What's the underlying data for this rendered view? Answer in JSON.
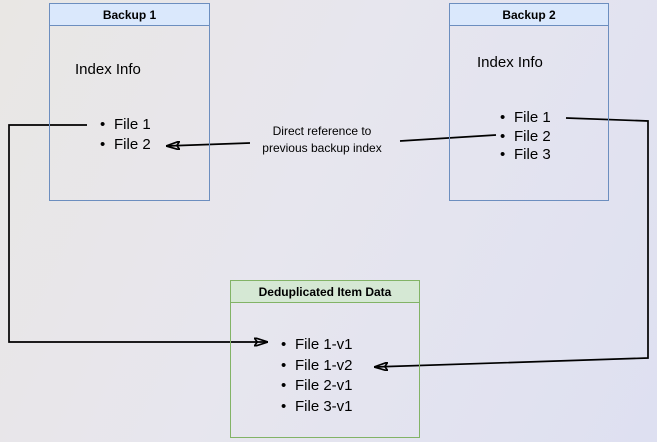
{
  "diagram": {
    "backup1": {
      "title": "Backup 1",
      "section_label": "Index Info",
      "files": [
        "File 1",
        "File 2"
      ]
    },
    "backup2": {
      "title": "Backup 2",
      "section_label": "Index Info",
      "files": [
        "File 1",
        "File 2",
        "File 3"
      ]
    },
    "dedup": {
      "title": "Deduplicated Item Data",
      "items": [
        "File 1-v1",
        "File 1-v2",
        "File 2-v1",
        "File 3-v1"
      ]
    },
    "annotation": {
      "line1": "Direct reference to",
      "line2": "previous backup index"
    },
    "connections": [
      "backup1-file1-to-dedup-file1v1",
      "backup2-file1-to-dedup-file1v2",
      "backup2-file2-to-backup1-file2"
    ],
    "colors": {
      "blue_fill": "#dae8fc",
      "blue_border": "#6c8ebf",
      "green_fill": "#d5e8d4",
      "green_border": "#82b366",
      "arrow": "#000000",
      "background_start": "#e9e7e4",
      "background_end": "#dee0f1"
    }
  }
}
